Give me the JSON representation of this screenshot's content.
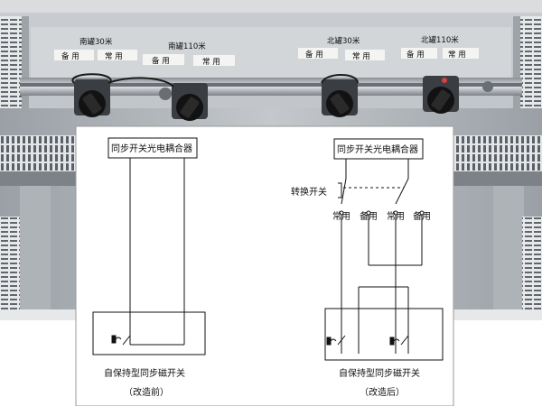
{
  "photo": {
    "groups": [
      {
        "title": "南罐30米",
        "labels": [
          "备 用",
          "常 用"
        ]
      },
      {
        "title": "南罐110米",
        "labels": [
          "备 用",
          "常 用"
        ]
      },
      {
        "title": "北罐30米",
        "labels": [
          "备 用",
          "常 用"
        ]
      },
      {
        "title": "北罐110米",
        "labels": [
          "备 用",
          "常 用"
        ]
      }
    ]
  },
  "diagram_left": {
    "coupler": "同步开关光电耦合器",
    "device": "自保持型同步磁开关",
    "caption": "（改造前）"
  },
  "diagram_right": {
    "coupler": "同步开关光电耦合器",
    "switch_label": "转换开关",
    "positions": [
      "常用",
      "备用",
      "常用",
      "备用"
    ],
    "device": "自保持型同步磁开关",
    "caption": "（改造后）"
  }
}
